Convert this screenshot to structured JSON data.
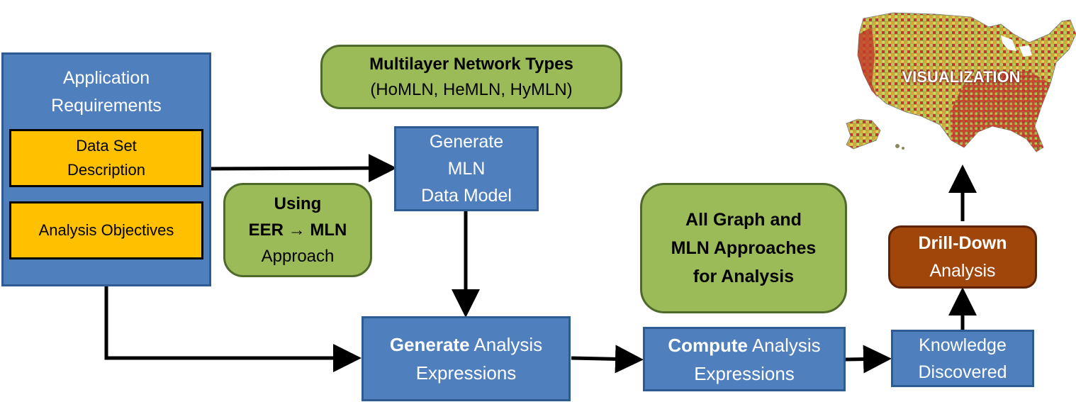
{
  "app_requirements": {
    "title_line1": "Application",
    "title_line2": "Requirements",
    "dataset_line1": "Data Set",
    "dataset_line2": "Description",
    "objectives": "Analysis Objectives"
  },
  "mln_types": {
    "title": "Multilayer Network Types",
    "subtitle": "(HoMLN, HeMLN, HyMLN)"
  },
  "generate_model": {
    "line1": "Generate",
    "line2": "MLN",
    "line3": "Data Model"
  },
  "using_eer": {
    "line1": "Using",
    "line2": "EER → MLN",
    "line3": "Approach"
  },
  "graph_approaches": {
    "line1": "All Graph and",
    "line2": "MLN Approaches",
    "line3": "for Analysis"
  },
  "generate_expr": {
    "bold": "Generate",
    "rest": " Analysis",
    "line2": "Expressions"
  },
  "compute_expr": {
    "bold": "Compute",
    "rest": " Analysis",
    "line2": "Expressions"
  },
  "knowledge": {
    "line1": "Knowledge",
    "line2": "Discovered"
  },
  "drill_down": {
    "line1": "Drill-Down",
    "line2": "Analysis"
  },
  "visualization": {
    "label": "VISUALIZATION"
  },
  "colors": {
    "blue": "#4f7fbd",
    "yellow": "#ffc000",
    "green": "#9bbb59",
    "brown": "#a0460b"
  }
}
